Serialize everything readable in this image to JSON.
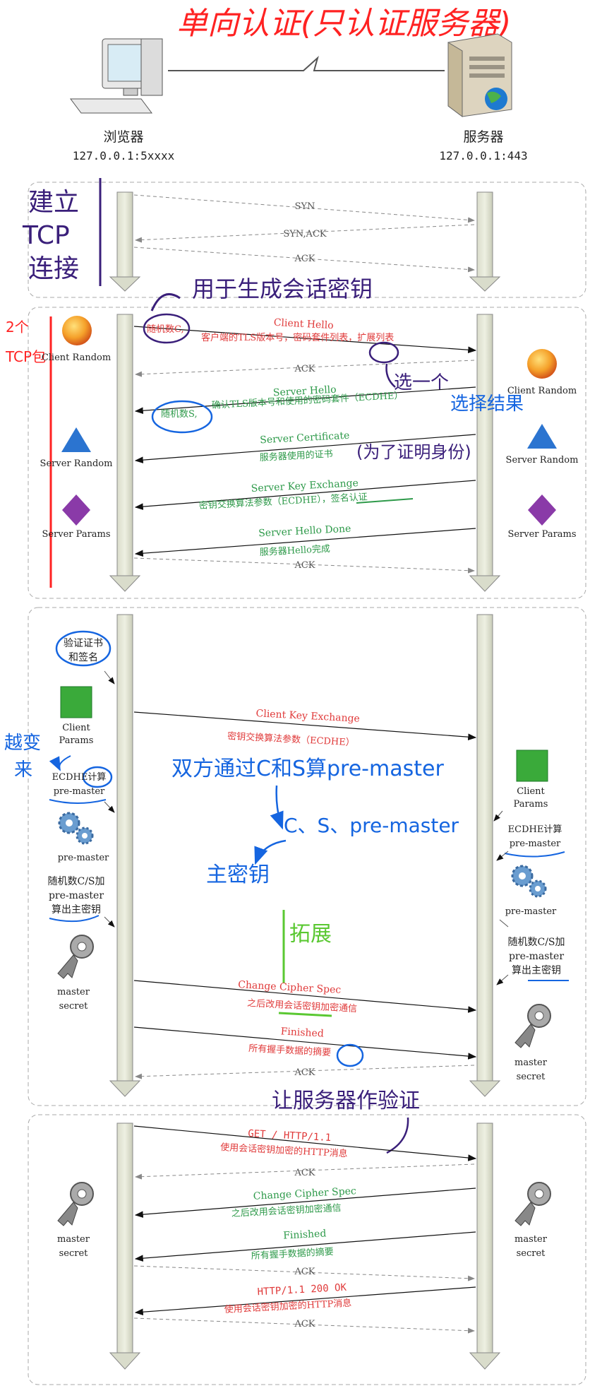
{
  "header": {
    "title_annotation": "单向认证(只认证服务器)",
    "browser_label": "浏览器",
    "browser_addr": "127.0.0.1:5xxxx",
    "server_label": "服务器",
    "server_addr": "127.0.0.1:443"
  },
  "tcp": {
    "annotation": [
      "建立",
      "TCP",
      "连接"
    ],
    "syn": "SYN",
    "synack": "SYN,ACK",
    "ack": "ACK"
  },
  "hello": {
    "side_annotation": [
      "2个",
      "TCP包"
    ],
    "top_annotation": "用于生成会话密钥",
    "client_hello": "Client Hello",
    "client_hello_rand": "随机数C,",
    "client_hello_desc": "客户端的TLS版本号，密码套件列表，扩展列表",
    "ack1": "ACK",
    "pick_one": "选一个",
    "server_hello": "Server Hello",
    "server_hello_rand": "随机数S,",
    "server_hello_desc": "确认TLS版本号和使用的密码套件（ECDHE）",
    "select_result": "选择结果",
    "server_cert": "Server Certificate",
    "server_cert_desc": "服务器使用的证书",
    "prove_identity": "(为了证明身份)",
    "server_kx": "Server Key Exchange",
    "server_kx_desc": "密钥交换算法参数（ECDHE），签名认证",
    "server_hello_done": "Server Hello Done",
    "server_hello_done_desc": "服务器Hello完成",
    "ack2": "ACK",
    "left_labels": [
      "Client Random",
      "Server Random",
      "Server Params"
    ],
    "right_labels": [
      "Client Random",
      "Server Random",
      "Server Params"
    ]
  },
  "keyx": {
    "verify_cert": [
      "验证证书",
      "和签名"
    ],
    "client_params": [
      "Client",
      "Params"
    ],
    "client_kx": "Client Key Exchange",
    "client_kx_desc": "密钥交换算法参数（ECDHE）",
    "calc_annotation": [
      "越变",
      "来"
    ],
    "ecdhe_calc": [
      "ECDHE计算",
      "pre-master"
    ],
    "premaster_label": "pre-master",
    "derive_left": [
      "随机数C/S加",
      "pre-master",
      "算出主密钥"
    ],
    "master_secret": [
      "master",
      "secret"
    ],
    "both_sides": "双方通过C和S算pre-master",
    "cs_premaster": "C、S、pre-master",
    "main_key": "主密钥",
    "expand": "拓展",
    "server_params": [
      "Client",
      "Params"
    ],
    "server_ecdhe_calc": [
      "ECDHE计算",
      "pre-master"
    ],
    "server_premaster": "pre-master",
    "derive_right": [
      "随机数C/S加",
      "pre-master",
      "算出主密钥"
    ],
    "ccs": "Change Cipher Spec",
    "ccs_desc": "之后改用会话密钥加密通信",
    "finished": "Finished",
    "finished_desc": "所有握手数据的摘要",
    "ack": "ACK",
    "server_verify": "让服务器作验证"
  },
  "data": {
    "get": "GET / HTTP/1.1",
    "get_desc": "使用会话密钥加密的HTTP消息",
    "ack1": "ACK",
    "ccs": "Change Cipher Spec",
    "ccs_desc": "之后改用会话密钥加密通信",
    "finished": "Finished",
    "finished_desc": "所有握手数据的摘要",
    "ack2": "ACK",
    "resp": "HTTP/1.1 200 OK",
    "resp_desc": "使用会话密钥加密的HTTP消息",
    "ack3": "ACK"
  },
  "colors": {
    "red": "#e03a3a",
    "green": "#2e9a4a",
    "blue": "#1f63d8",
    "hand_red": "#ff2222",
    "hand_blue": "#1565e0",
    "hand_purple": "#3a1f7a",
    "hand_green": "#5ac832"
  }
}
